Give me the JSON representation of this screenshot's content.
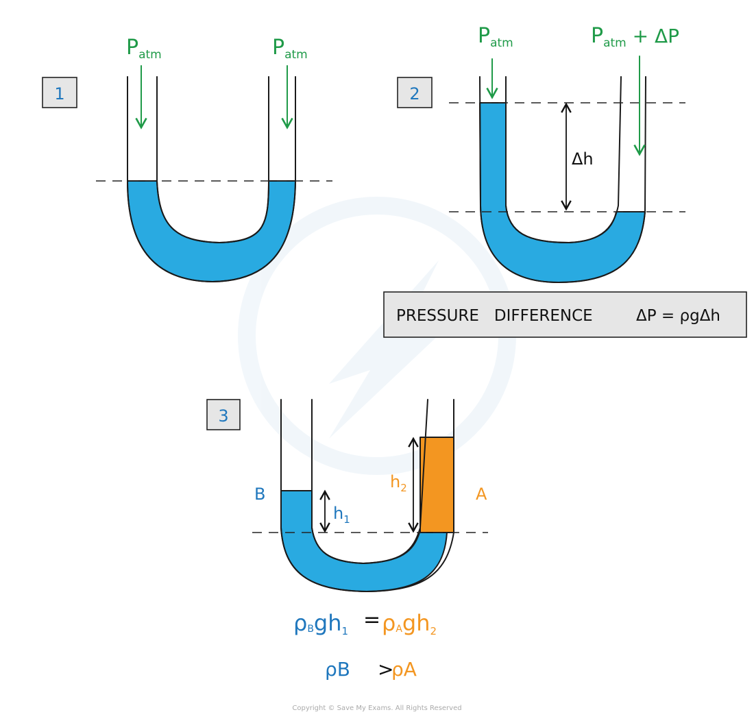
{
  "panel1": {
    "number": "1",
    "left_pressure": "P",
    "left_pressure_sub": "atm",
    "right_pressure": "P",
    "right_pressure_sub": "atm"
  },
  "panel2": {
    "number": "2",
    "left_pressure": "P",
    "left_pressure_sub": "atm",
    "right_pressure": "P",
    "right_pressure_sub": "atm",
    "right_pressure_suffix": " + ΔP",
    "height_label": "Δh"
  },
  "formula_box": {
    "label": "PRESSURE   DIFFERENCE",
    "equation": "ΔP = ρgΔh"
  },
  "panel3": {
    "number": "3",
    "label_b": "B",
    "label_a": "A",
    "h1": "h",
    "h1_sub": "1",
    "h2": "h",
    "h2_sub": "2",
    "equation_left": "ρ",
    "equation_left_sub": "B",
    "equation_left_rest": "gh",
    "equation_left_rest_sub": "1",
    "equals": "=",
    "equation_right": "ρ",
    "equation_right_sub": "A",
    "equation_right_rest": "gh",
    "equation_right_rest_sub": "2",
    "inequality_left": "ρB",
    "inequality_op": ">",
    "inequality_right": "ρA"
  },
  "footer": {
    "copyright": "Copyright © Save My Exams. All Rights Reserved"
  },
  "colors": {
    "liquid_blue": "#29aae1",
    "liquid_orange": "#f39621",
    "arrow_green": "#1f9a48",
    "label_blue": "#1f77bd"
  }
}
